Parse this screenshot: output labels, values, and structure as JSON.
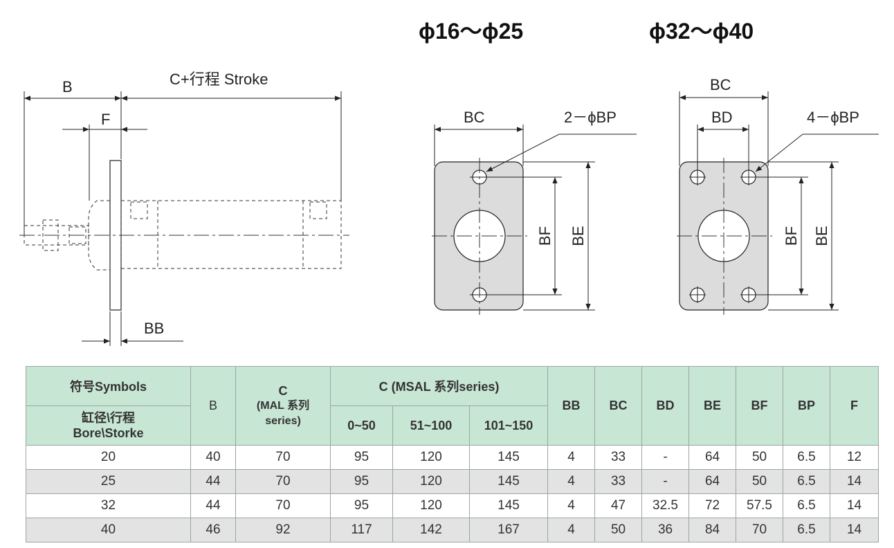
{
  "headings": {
    "small_bore": "ϕ16～ϕ25",
    "large_bore": "ϕ32～ϕ40"
  },
  "side_view_labels": {
    "b": "B",
    "c_stroke": "C+行程 Stroke",
    "f": "F",
    "bb": "BB"
  },
  "small_plate_labels": {
    "bc": "BC",
    "holes": "2－ϕBP",
    "bf": "BF",
    "be": "BE"
  },
  "large_plate_labels": {
    "bc": "BC",
    "bd": "BD",
    "holes": "4－ϕBP",
    "bf": "BF",
    "be": "BE"
  },
  "table": {
    "symbols_header": "符号Symbols",
    "bore_header_line1": "缸径\\行程",
    "bore_header_line2": "Bore\\Storke",
    "b_header": "B",
    "c_header": "C",
    "c_mal_header": "(MAL 系列 series)",
    "c_msal_header": "C (MSAL 系列series)",
    "stroke_ranges": [
      "0~50",
      "51~100",
      "101~150"
    ],
    "col_headers": [
      "BB",
      "BC",
      "BD",
      "BE",
      "BF",
      "BP",
      "F"
    ],
    "rows": [
      [
        "20",
        "40",
        "70",
        "95",
        "120",
        "145",
        "4",
        "33",
        "-",
        "64",
        "50",
        "6.5",
        "12"
      ],
      [
        "25",
        "44",
        "70",
        "95",
        "120",
        "145",
        "4",
        "33",
        "-",
        "64",
        "50",
        "6.5",
        "14"
      ],
      [
        "32",
        "44",
        "70",
        "95",
        "120",
        "145",
        "4",
        "47",
        "32.5",
        "72",
        "57.5",
        "6.5",
        "14"
      ],
      [
        "40",
        "46",
        "92",
        "117",
        "142",
        "167",
        "4",
        "50",
        "36",
        "84",
        "70",
        "6.5",
        "14"
      ]
    ]
  }
}
